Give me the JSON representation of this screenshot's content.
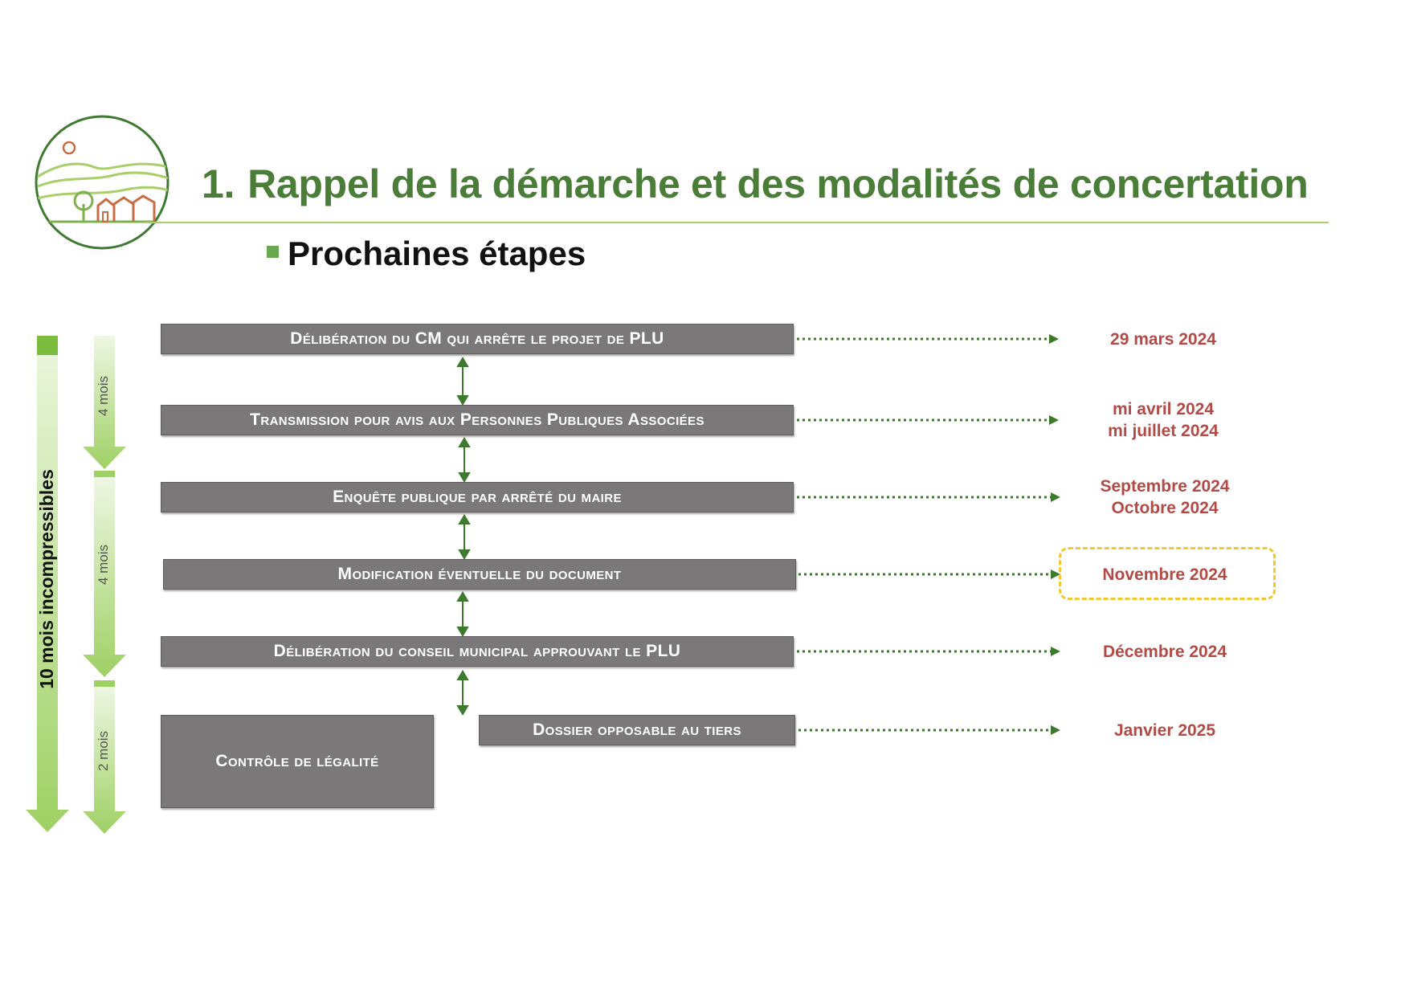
{
  "header": {
    "number": "1.",
    "title": "Rappel de la démarche et des modalités de concertation",
    "subtitle": "Prochaines étapes"
  },
  "steps": [
    {
      "label": "Délibération du CM qui arrête le projet de PLU"
    },
    {
      "label": "Transmission pour avis aux Personnes Publiques Associées"
    },
    {
      "label": "Enquête publique par arrêté du maire"
    },
    {
      "label": "Modification éventuelle du document"
    },
    {
      "label": "Délibération du conseil municipal approuvant le PLU"
    },
    {
      "label": "Dossier opposable au tiers"
    },
    {
      "label": "Contrôle de légalité"
    }
  ],
  "dates": [
    {
      "lines": [
        "29 mars 2024"
      ]
    },
    {
      "lines": [
        "mi avril 2024",
        "mi juillet 2024"
      ]
    },
    {
      "lines": [
        "Septembre 2024",
        "Octobre 2024"
      ]
    },
    {
      "lines": [
        "Novembre 2024"
      ],
      "highlighted": true
    },
    {
      "lines": [
        "Décembre 2024"
      ]
    },
    {
      "lines": [
        "Janvier 2025"
      ]
    }
  ],
  "timeline": {
    "total_label": "10 mois incompressibles",
    "segments": [
      "4 mois",
      "4 mois",
      "2 mois"
    ]
  },
  "colors": {
    "title_green": "#4a7d37",
    "box_grey": "#7a7878",
    "date_red": "#b34a45",
    "arrow_green": "#3d7a2e",
    "highlight_yellow": "#f2c830",
    "timeline_green": "#9fd064"
  },
  "icons": {
    "logo": "village-landscape-logo",
    "connector": "double-arrow-icon",
    "timeline_arrow": "down-arrow-icon"
  }
}
